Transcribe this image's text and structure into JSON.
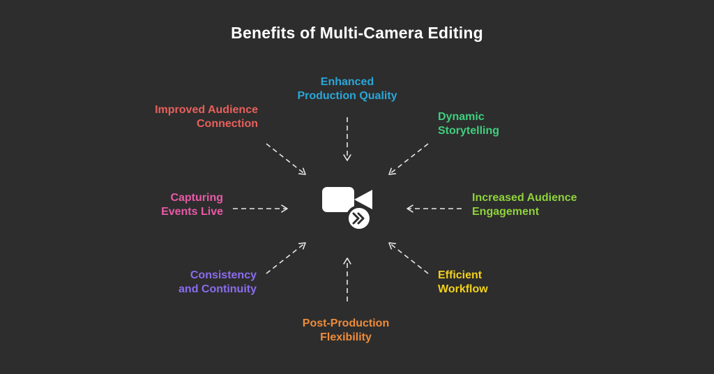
{
  "title": "Benefits of Multi-Camera Editing",
  "center_icon": "video-camera-fast-forward-icon",
  "benefits": [
    {
      "id": "top",
      "lines": [
        "Enhanced",
        "Production Quality"
      ],
      "color": "#2aa7d8"
    },
    {
      "id": "tl",
      "lines": [
        "Improved Audience",
        "Connection"
      ],
      "color": "#e8605c"
    },
    {
      "id": "tr",
      "lines": [
        "Dynamic",
        "Storytelling"
      ],
      "color": "#3fcf7e"
    },
    {
      "id": "l",
      "lines": [
        "Capturing",
        "Events Live"
      ],
      "color": "#e85aa7"
    },
    {
      "id": "r",
      "lines": [
        "Increased Audience",
        "Engagement"
      ],
      "color": "#8fd23c"
    },
    {
      "id": "bl",
      "lines": [
        "Consistency",
        "and Continuity"
      ],
      "color": "#8b6cf0"
    },
    {
      "id": "br",
      "lines": [
        "Efficient",
        "Workflow"
      ],
      "color": "#f2d21c"
    },
    {
      "id": "bot",
      "lines": [
        "Post-Production",
        "Flexibility"
      ],
      "color": "#ee8c3a"
    }
  ],
  "arrow_color": "#e8e8e8"
}
